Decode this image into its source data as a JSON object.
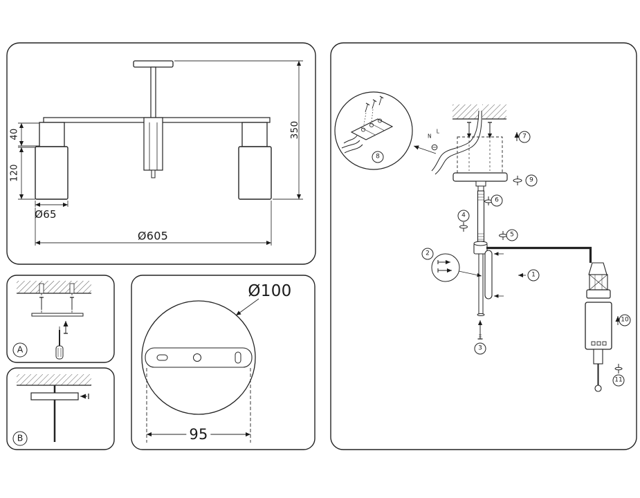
{
  "fixture_view": {
    "dims": {
      "socket_height": "40",
      "shade_height": "120",
      "shade_diameter": "Ø65",
      "overall_diameter": "Ø605",
      "overall_height": "350"
    }
  },
  "mount_step_a": {
    "label": "A"
  },
  "mount_step_b": {
    "label": "B"
  },
  "bracket_view": {
    "dims": {
      "plate_diameter": "Ø100",
      "hole_spacing": "95"
    }
  },
  "assembly_view": {
    "wire_labels": {
      "neutral": "N",
      "live": "L"
    },
    "steps": [
      "1",
      "2",
      "3",
      "4",
      "5",
      "6",
      "7",
      "8",
      "9",
      "10",
      "11"
    ]
  }
}
